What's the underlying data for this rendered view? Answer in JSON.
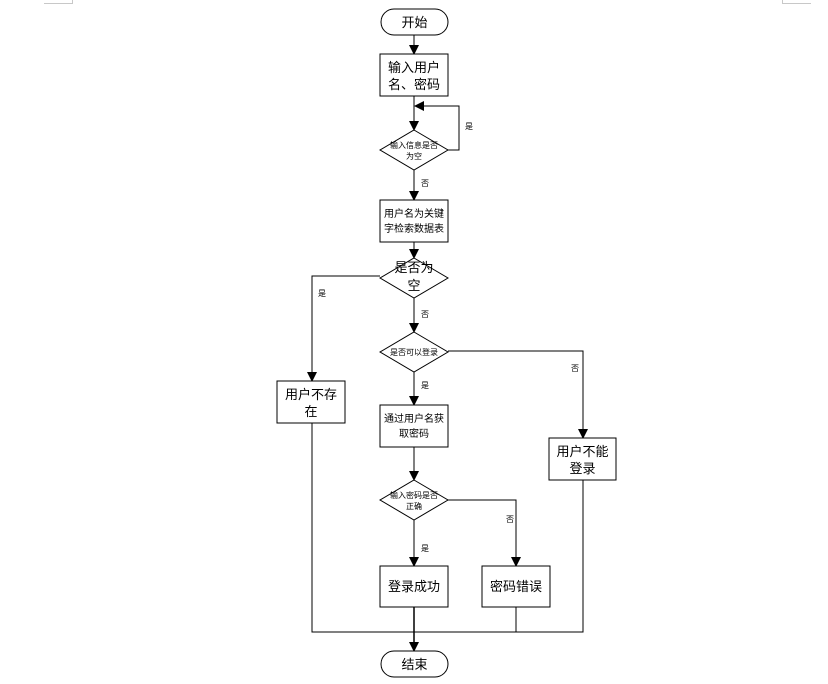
{
  "diagram": {
    "type": "flowchart",
    "colors": {
      "stroke": "#000000",
      "fill": "#ffffff",
      "text": "#000000"
    },
    "nodes": {
      "start": {
        "shape": "terminal",
        "lines": [
          "开始"
        ]
      },
      "input": {
        "shape": "process",
        "lines": [
          "输入用户",
          "名、密码"
        ]
      },
      "check_empty": {
        "shape": "decision",
        "lines": [
          "输入信息是否",
          "为空"
        ]
      },
      "search": {
        "shape": "process",
        "lines": [
          "用户名为关键",
          "字检索数据表"
        ]
      },
      "result_empty": {
        "shape": "decision",
        "lines": [
          "是否为",
          "空"
        ]
      },
      "not_exist": {
        "shape": "process",
        "lines": [
          "用户不存",
          "在"
        ]
      },
      "can_login": {
        "shape": "decision",
        "lines": [
          "是否可以登录"
        ]
      },
      "cannot_login": {
        "shape": "process",
        "lines": [
          "用户不能",
          "登录"
        ]
      },
      "get_password": {
        "shape": "process",
        "lines": [
          "通过用户名获",
          "取密码"
        ]
      },
      "check_pwd": {
        "shape": "decision",
        "lines": [
          "输入密码是否",
          "正确"
        ]
      },
      "success": {
        "shape": "process",
        "lines": [
          "登录成功"
        ]
      },
      "wrong_pwd": {
        "shape": "process",
        "lines": [
          "密码错误"
        ]
      },
      "end": {
        "shape": "terminal",
        "lines": [
          "结束"
        ]
      }
    },
    "edges": [
      {
        "from": "start",
        "to": "input",
        "label": ""
      },
      {
        "from": "input",
        "to": "check_empty",
        "label": ""
      },
      {
        "from": "check_empty",
        "to": "check_empty",
        "label": "是"
      },
      {
        "from": "check_empty",
        "to": "search",
        "label": "否"
      },
      {
        "from": "search",
        "to": "result_empty",
        "label": ""
      },
      {
        "from": "result_empty",
        "to": "not_exist",
        "label": "是"
      },
      {
        "from": "result_empty",
        "to": "can_login",
        "label": "否"
      },
      {
        "from": "can_login",
        "to": "get_password",
        "label": "是"
      },
      {
        "from": "can_login",
        "to": "cannot_login",
        "label": "否"
      },
      {
        "from": "get_password",
        "to": "check_pwd",
        "label": ""
      },
      {
        "from": "check_pwd",
        "to": "success",
        "label": "是"
      },
      {
        "from": "check_pwd",
        "to": "wrong_pwd",
        "label": "否"
      },
      {
        "from": "success",
        "to": "end",
        "label": ""
      },
      {
        "from": "wrong_pwd",
        "to": "end",
        "label": ""
      },
      {
        "from": "not_exist",
        "to": "end",
        "label": ""
      },
      {
        "from": "cannot_login",
        "to": "end",
        "label": ""
      }
    ],
    "labels": {
      "yes": "是",
      "no": "否"
    }
  }
}
